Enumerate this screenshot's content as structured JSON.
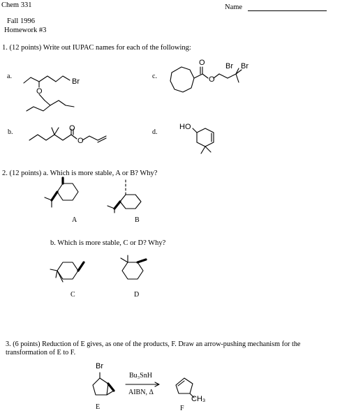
{
  "header": {
    "course": "Chem 331",
    "name_label": "Name",
    "semester": "Fall  1996",
    "assignment": "Homework #3"
  },
  "q1": {
    "prompt": "1. (12 points) Write out IUPAC names for each of the following:",
    "a_label": "a.",
    "b_label": "b.",
    "c_label": "c.",
    "d_label": "d.",
    "a_br": "Br",
    "a_o": "O",
    "b_o": "O",
    "c_o": "O",
    "c_br1": "Br",
    "c_br2": "Br",
    "d_ho": "HO"
  },
  "q2": {
    "prompt_a": "2. (12 points) a.  Which is more stable,  A or B?  Why?",
    "prompt_b": "b.  Which is more stable,  C or D?  Why?",
    "label_A": "A",
    "label_B": "B",
    "label_C": "C",
    "label_D": "D"
  },
  "q3": {
    "prompt_1": "3.  (6 points)  Reduction of E gives, as one of the products,  F.  Draw an arrow-pushing mechanism for the",
    "prompt_2": "transformation of E to F.",
    "reagent_top": "Bu₃SnH",
    "reagent_bottom": "AIBN, Δ",
    "br": "Br",
    "ch3": "CH₃",
    "label_E": "E",
    "label_F": "F"
  }
}
